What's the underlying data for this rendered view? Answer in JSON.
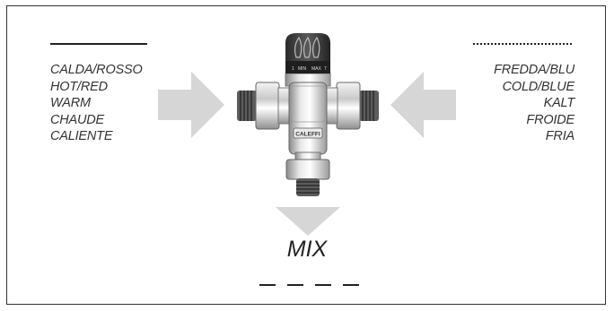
{
  "hot": {
    "labels": [
      "CALDA/ROSSO",
      "HOT/RED",
      "WARM",
      "CHAUDE",
      "CALIENTE"
    ]
  },
  "cold": {
    "labels": [
      "FREDDA/BLU",
      "COLD/BLUE",
      "KALT",
      "FROIDE",
      "FRIA"
    ]
  },
  "mix": {
    "label": "MIX"
  },
  "valve": {
    "brand": "CALEFFI",
    "dial_min": "MIN",
    "dial_max": "MAX",
    "dial_numbers": [
      "1",
      "7"
    ]
  },
  "colors": {
    "arrow": "#d6d6d6",
    "text": "#333333",
    "frame": "#333333"
  }
}
